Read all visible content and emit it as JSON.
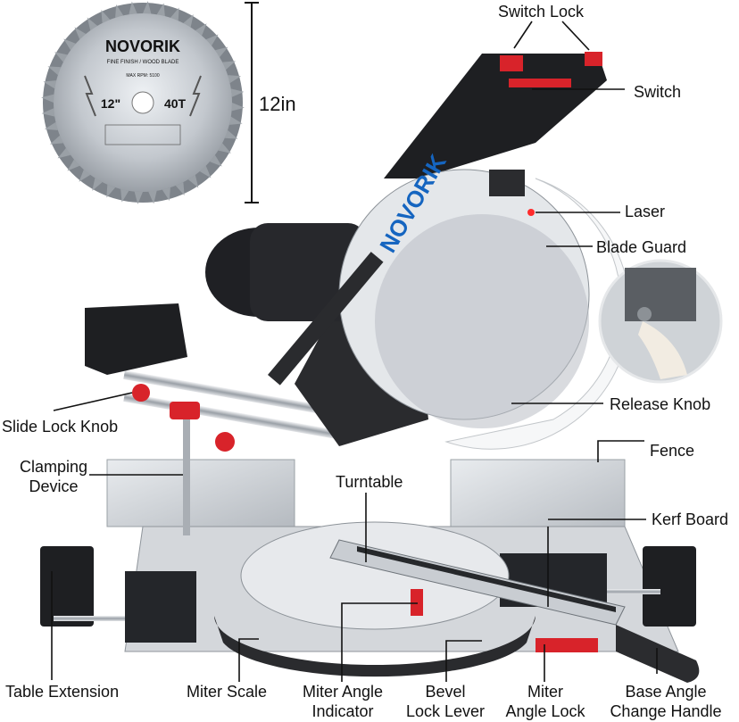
{
  "blade": {
    "brand": "NOVORIK",
    "subtitle": "FINE FINISH / WOOD BLADE",
    "rpm": "MAX RPM: 5100",
    "size": "12\"",
    "teeth": "40T"
  },
  "dimension": {
    "label": "12in"
  },
  "saw": {
    "brand": "NOVORIK"
  },
  "callouts": {
    "switch_lock": "Switch Lock",
    "switch": "Switch",
    "laser": "Laser",
    "blade_guard": "Blade Guard",
    "release_knob": "Release Knob",
    "slide_lock_knob": "Slide Lock Knob",
    "clamping_device_1": "Clamping",
    "clamping_device_2": "Device",
    "fence": "Fence",
    "turntable": "Turntable",
    "kerf_board": "Kerf Board",
    "table_extension": "Table Extension",
    "miter_scale": "Miter Scale",
    "miter_angle_indicator_1": "Miter Angle",
    "miter_angle_indicator_2": "Indicator",
    "bevel_lock_lever_1": "Bevel",
    "bevel_lock_lever_2": "Lock Lever",
    "miter_angle_lock_1": "Miter",
    "miter_angle_lock_2": "Angle Lock",
    "base_angle_handle_1": "Base Angle",
    "base_angle_handle_2": "Change Handle"
  },
  "colors": {
    "accent_red": "#d8232a",
    "body_grey": "#c8ccd1",
    "dark": "#1e1f22",
    "blade_silver": "#b9bec4",
    "brand_blue": "#1565c0"
  }
}
